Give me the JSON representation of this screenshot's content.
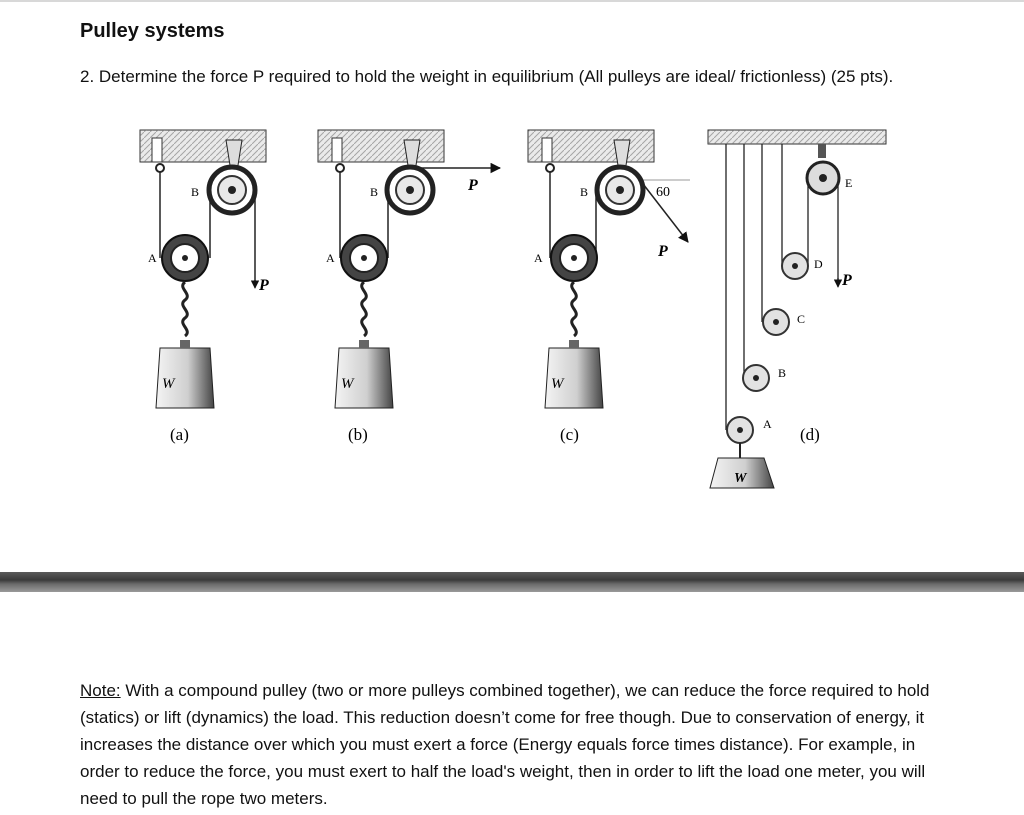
{
  "page": {
    "title": "Pulley systems",
    "question": "2. Determine the force P required to hold the weight in equilibrium (All pulleys are ideal/ frictionless) (25 pts)."
  },
  "figure": {
    "a": {
      "caption": "(a)",
      "label_A": "A",
      "label_B": "B",
      "force": "P",
      "weight": "W"
    },
    "b": {
      "caption": "(b)",
      "label_A": "A",
      "label_B": "B",
      "force": "P",
      "weight": "W"
    },
    "c": {
      "caption": "(c)",
      "label_A": "A",
      "label_B": "B",
      "force": "P",
      "weight": "W",
      "angle": "60"
    },
    "d": {
      "caption": "(d)",
      "label_A": "A",
      "label_B": "B",
      "label_C": "C",
      "label_D": "D",
      "label_E": "E",
      "force": "P",
      "weight": "W"
    }
  },
  "note": {
    "label": "Note:",
    "text": " With a compound pulley (two or more pulleys combined together), we can reduce the force required to hold (statics) or lift (dynamics) the load. This reduction doesn’t come for free though. Due to conservation of energy, it increases the distance over which you must exert a force (Energy equals force times distance). For example, in order to reduce the force, you must exert to half the load's weight, then in order to lift the load one meter, you will need to pull the rope two meters."
  }
}
